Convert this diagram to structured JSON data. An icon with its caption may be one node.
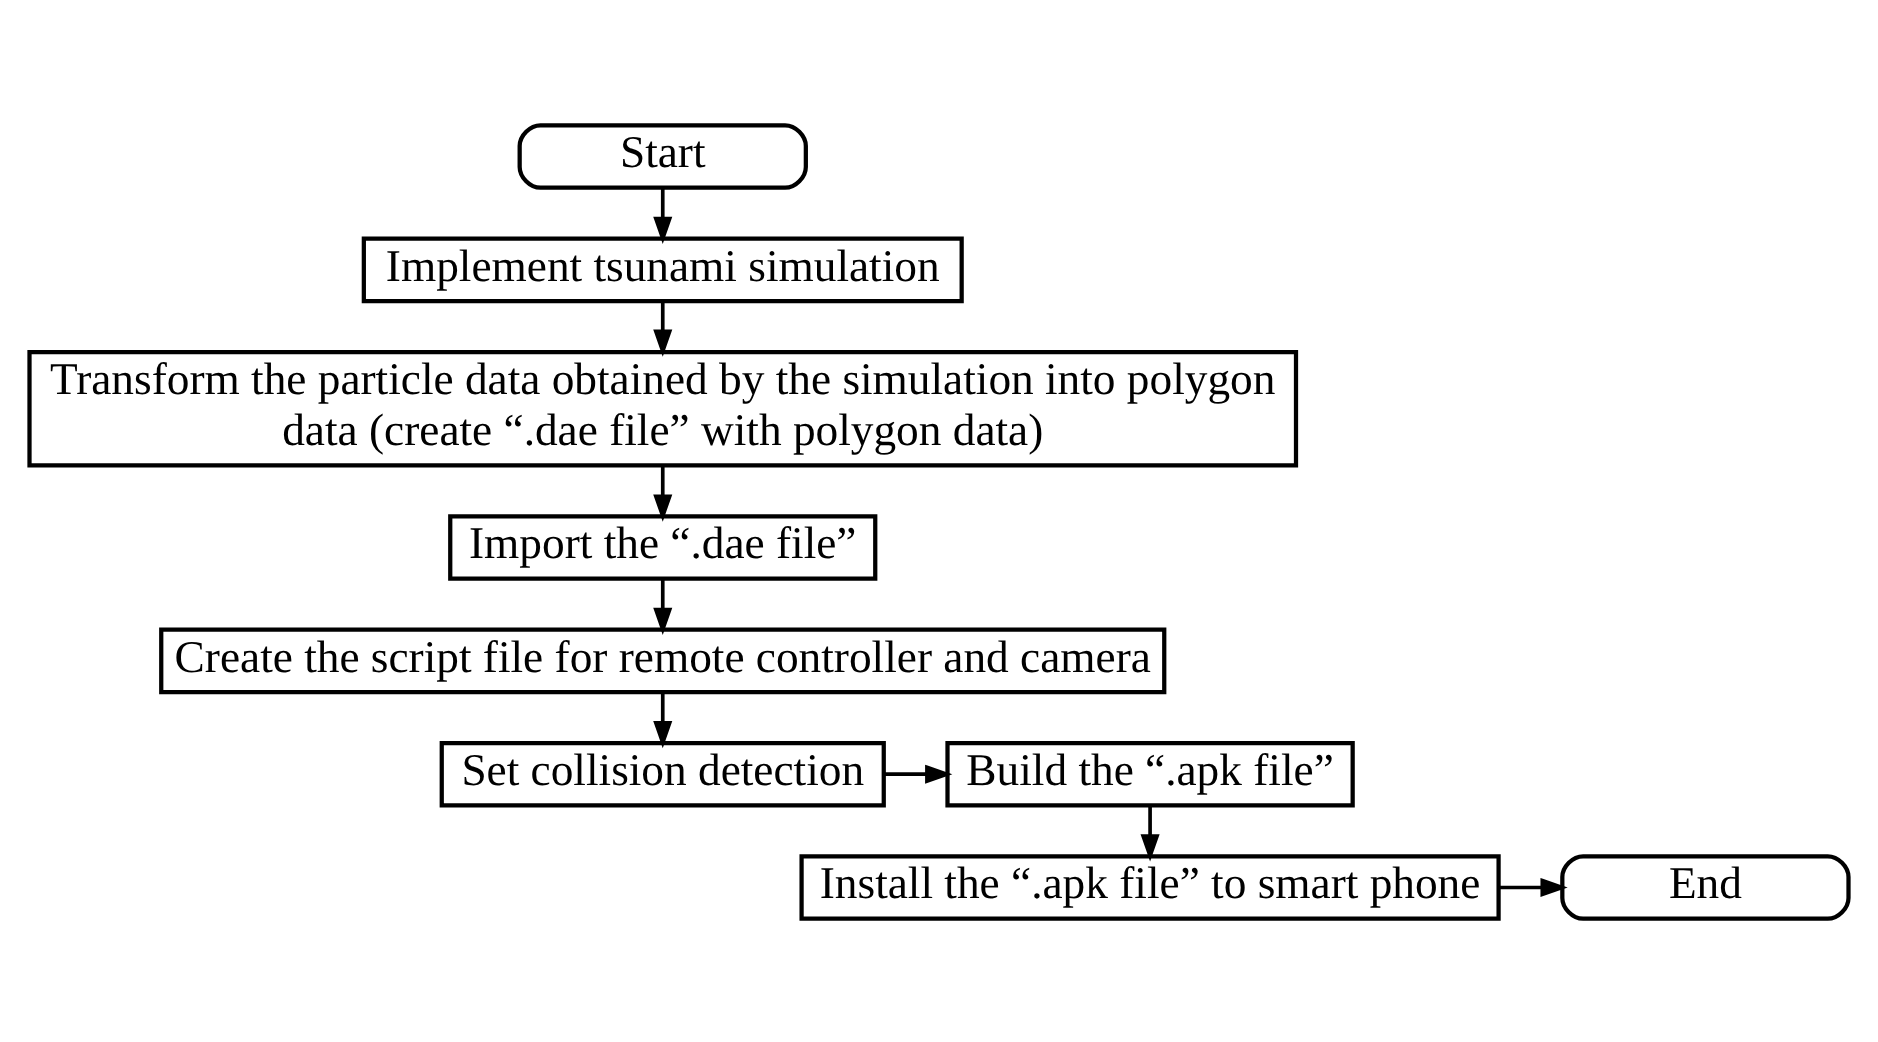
{
  "diagram": {
    "nodes": [
      {
        "text": [
          "Start"
        ]
      },
      {
        "text": [
          "Implement tsunami simulation"
        ]
      },
      {
        "text": [
          "Transform the particle data obtained by the simulation into polygon data (create “.dae file” with polygon data)"
        ]
      },
      {
        "text": [
          "Import the “.dae file”"
        ]
      },
      {
        "text": [
          "Create the script file for remote controller and camera"
        ]
      },
      {
        "text": [
          "Set collision detection"
        ]
      },
      {
        "text": [
          "Build the “.apk file”"
        ]
      },
      {
        "text": [
          "Install the “.apk file” to smart phone"
        ]
      },
      {
        "text": [
          "End"
        ]
      }
    ],
    "edges": [
      {
        "from": 0,
        "to": 1,
        "arrow": "to"
      },
      {
        "from": 1,
        "to": 2,
        "arrow": "to"
      },
      {
        "from": 2,
        "to": 3,
        "arrow": "to"
      },
      {
        "from": 3,
        "to": 4,
        "arrow": "to"
      },
      {
        "from": 4,
        "to": 5,
        "arrow": "to"
      },
      {
        "from": 5,
        "to": 6,
        "arrow": "to"
      },
      {
        "from": 6,
        "to": 7,
        "arrow": "to"
      },
      {
        "from": 7,
        "to": 8,
        "arrow": "to"
      }
    ]
  }
}
